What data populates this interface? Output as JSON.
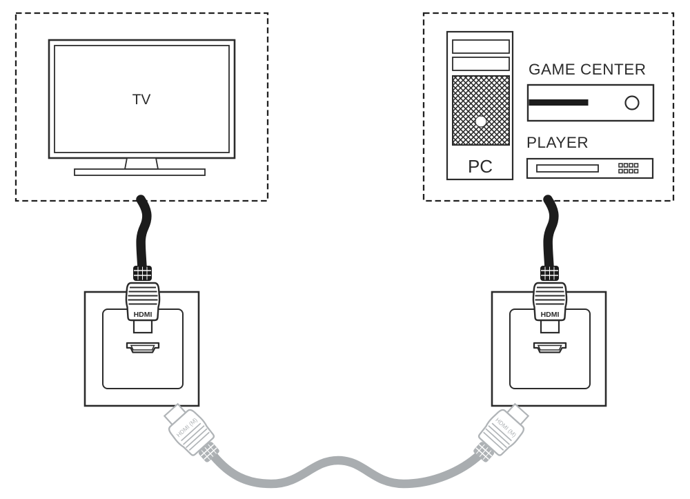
{
  "colors": {
    "line": "#2b2b2b",
    "dashed_border": "#1f1f1f",
    "black_cable": "#1c1c1c",
    "gray_cable": "#a9adb0",
    "gray_connector_line": "#b0b4b7",
    "background": "#ffffff"
  },
  "tv_zone": {
    "tv_label": "TV"
  },
  "source_zone": {
    "pc_label": "PC",
    "game_center_label": "GAME CENTER",
    "player_label": "PLAYER"
  },
  "left_wall_outlet": {
    "plug_label": "HDMI"
  },
  "right_wall_outlet": {
    "plug_label": "HDMI"
  },
  "patch_cable": {
    "left_plug_label": "HDMI (M)",
    "right_plug_label": "HDMI (M)"
  }
}
